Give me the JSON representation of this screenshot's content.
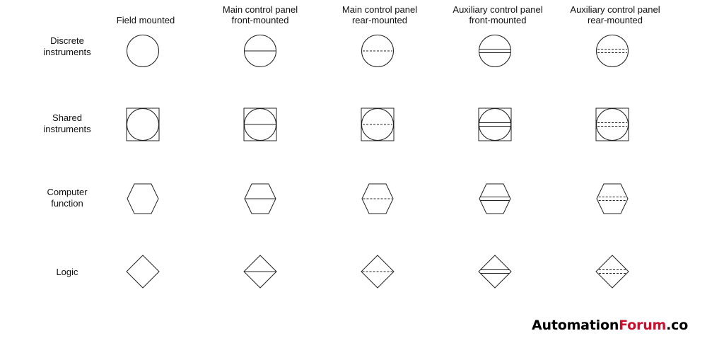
{
  "columns": [
    {
      "id": "field",
      "line1": "",
      "line2": "Field mounted",
      "location": "field"
    },
    {
      "id": "main-front",
      "line1": "Main control panel",
      "line2": "front-mounted",
      "location": "main-front"
    },
    {
      "id": "main-rear",
      "line1": "Main control panel",
      "line2": "rear-mounted",
      "location": "main-rear"
    },
    {
      "id": "aux-front",
      "line1": "Auxiliary control panel",
      "line2": "front-mounted",
      "location": "aux-front"
    },
    {
      "id": "aux-rear",
      "line1": "Auxiliary control panel",
      "line2": "rear-mounted",
      "location": "aux-rear"
    }
  ],
  "rows": [
    {
      "id": "discrete",
      "line1": "Discrete",
      "line2": "instruments",
      "shape": "circle"
    },
    {
      "id": "shared",
      "line1": "Shared",
      "line2": "instruments",
      "shape": "circle-in-square"
    },
    {
      "id": "computer",
      "line1": "Computer",
      "line2": "function",
      "shape": "hexagon"
    },
    {
      "id": "logic",
      "line1": "",
      "line2": "Logic",
      "shape": "diamond"
    }
  ],
  "brand": {
    "part1": "Automation",
    "part2": "Forum",
    "part3": ".co",
    "color1": "#000000",
    "color2": "#c8102e",
    "color3": "#000000"
  },
  "stroke_color": "#222222"
}
